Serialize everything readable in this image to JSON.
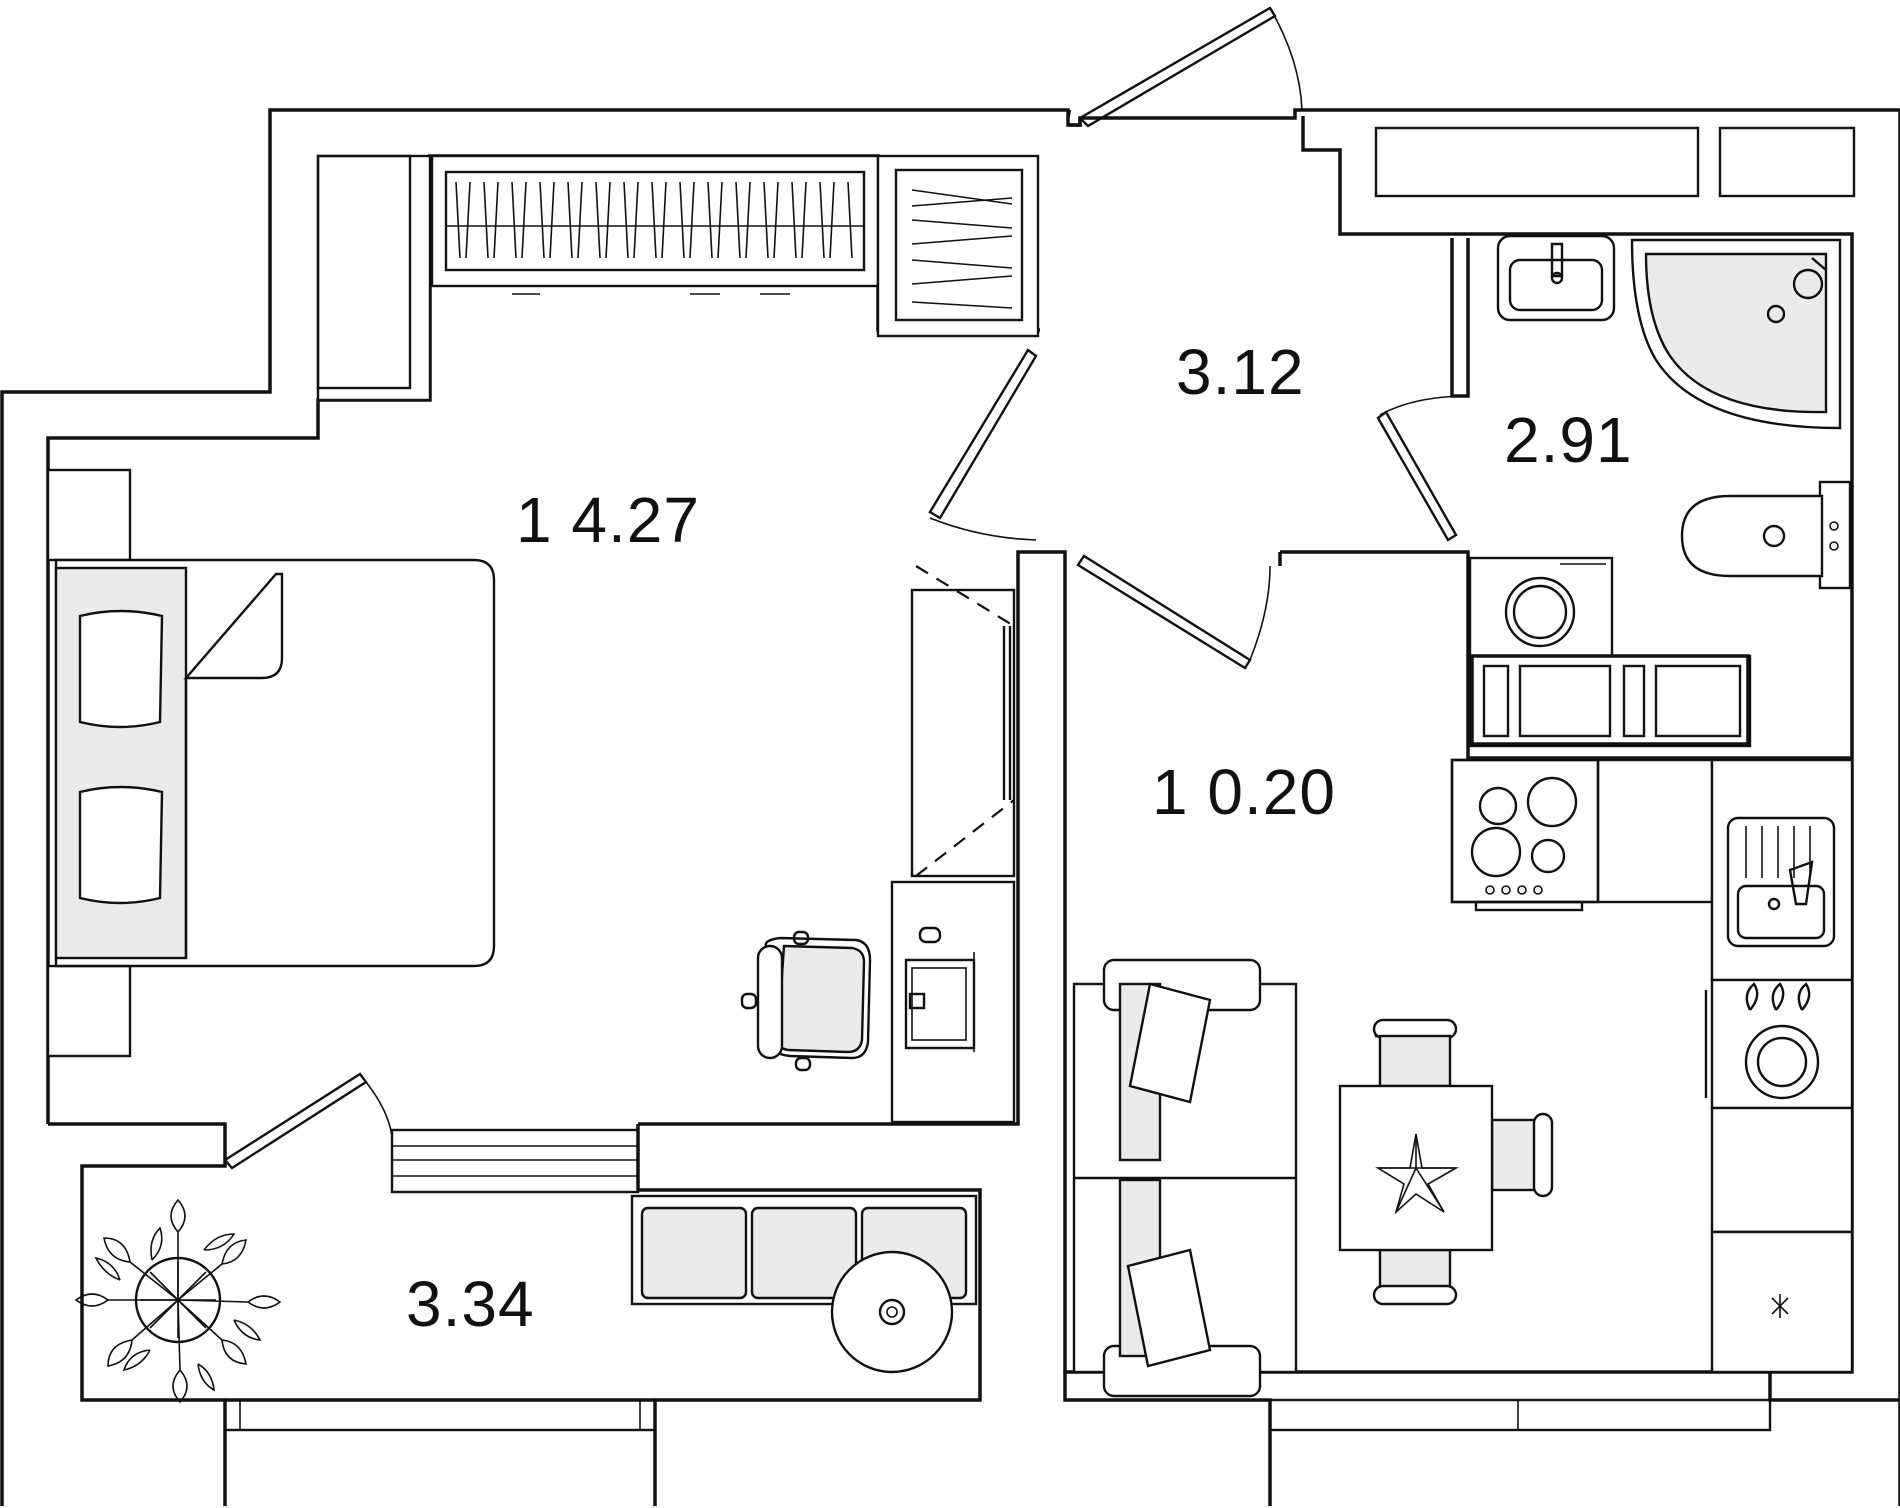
{
  "rooms": {
    "bedroom": {
      "area": "1 4.27"
    },
    "hallway": {
      "area": "3.12"
    },
    "bathroom": {
      "area": "2.91"
    },
    "kitchen_living": {
      "area": "1 0.20"
    },
    "balcony": {
      "area": "3.34"
    }
  },
  "colors": {
    "line": "#111111",
    "furniture_fill": "#ebebeb",
    "background": "#ffffff"
  },
  "icons": {
    "bed": "bed-icon",
    "wardrobe": "wardrobe-icon",
    "desk": "desk-icon",
    "laptop": "laptop-icon",
    "office_chair": "office-chair-icon",
    "bathtub": "shower-tray-icon",
    "sink": "sink-icon",
    "toilet": "toilet-icon",
    "washer": "washing-machine-icon",
    "stove": "cooktop-icon",
    "kitchen_sink": "kitchen-sink-icon",
    "sofa": "sofa-icon",
    "dining_table": "dining-table-icon",
    "plant": "plant-icon",
    "fridge": "fridge-icon"
  }
}
